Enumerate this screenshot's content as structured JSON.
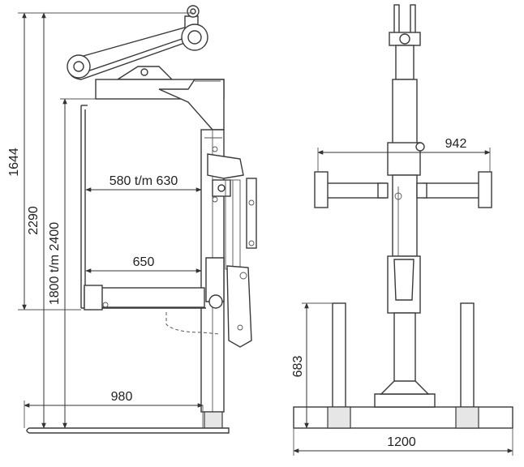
{
  "dimensions": {
    "total_height": "1644",
    "height_2290": "2290",
    "height_range": "1800 t/m 2400",
    "upper_width_range": "580 t/m 630",
    "lower_width": "650",
    "fork_length": "980",
    "arm_span": "942",
    "leg_height": "683",
    "base_width": "1200"
  }
}
